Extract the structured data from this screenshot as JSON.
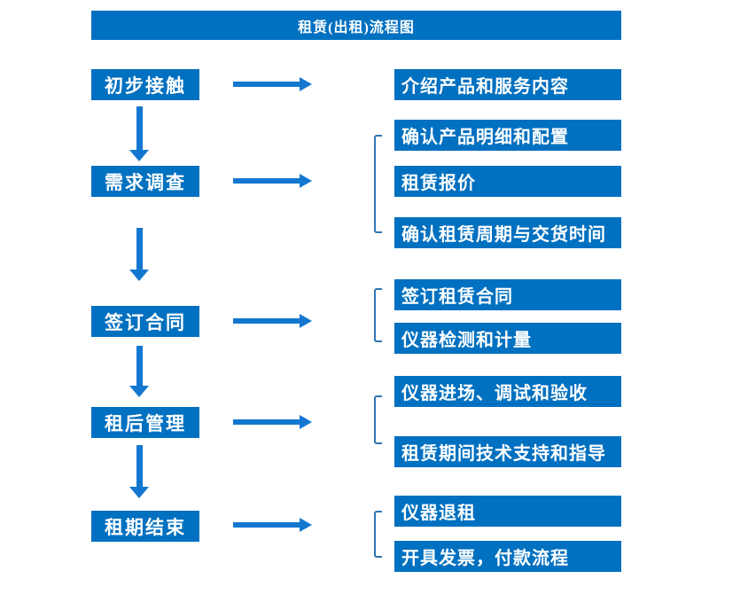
{
  "title": "租赁(出租)流程图",
  "colors": {
    "box_blue": "#0070C0",
    "arrow_blue": "#1377D0",
    "bracket_blue": "#2E75B6",
    "text_white": "#FFFFFF"
  },
  "chart_data": {
    "type": "flowchart",
    "title": "租赁(出租)流程图",
    "direction": "top-to-bottom",
    "steps": [
      {
        "label": "初步接触",
        "outputs": [
          "介绍产品和服务内容"
        ]
      },
      {
        "label": "需求调查",
        "outputs": [
          "确认产品明细和配置",
          "租赁报价",
          "确认租赁周期与交货时间"
        ]
      },
      {
        "label": "签订合同",
        "outputs": [
          "签订租赁合同",
          "仪器检测和计量"
        ]
      },
      {
        "label": "租后管理",
        "outputs": [
          "仪器进场、调试和验收",
          "租赁期间技术支持和指导"
        ]
      },
      {
        "label": "租期结束",
        "outputs": [
          "仪器退租",
          "开具发票，付款流程"
        ]
      }
    ]
  },
  "steps": [
    {
      "label": "初步接触",
      "outputs": [
        "介绍产品和服务内容"
      ]
    },
    {
      "label": "需求调查",
      "outputs": [
        "确认产品明细和配置",
        "租赁报价",
        "确认租赁周期与交货时间"
      ]
    },
    {
      "label": "签订合同",
      "outputs": [
        "签订租赁合同",
        "仪器检测和计量"
      ]
    },
    {
      "label": "租后管理",
      "outputs": [
        "仪器进场、调试和验收",
        "租赁期间技术支持和指导"
      ]
    },
    {
      "label": "租期结束",
      "outputs": [
        "仪器退租",
        "开具发票，付款流程"
      ]
    }
  ]
}
